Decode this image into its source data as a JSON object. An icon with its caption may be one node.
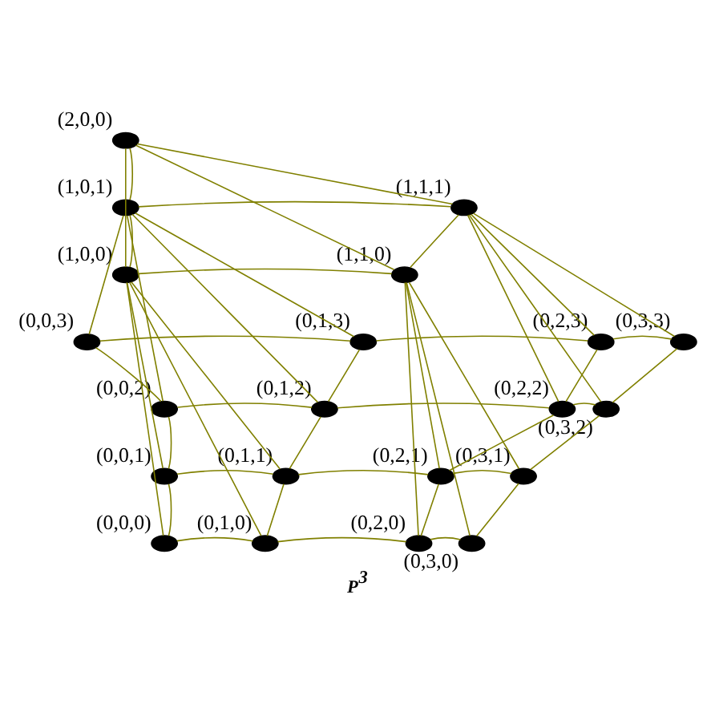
{
  "diagram": {
    "caption": "P$^{3}$",
    "nodes": [
      {
        "text": [],
        "shape": "ellipse",
        "beside": [
          "(2,0,0)"
        ]
      },
      {
        "text": [],
        "shape": "ellipse",
        "beside": [
          "(1,0,1)"
        ]
      },
      {
        "text": [],
        "shape": "ellipse",
        "beside": [
          "(1,1,1)"
        ]
      },
      {
        "text": [],
        "shape": "ellipse",
        "beside": [
          "(1,0,0)"
        ]
      },
      {
        "text": [],
        "shape": "ellipse",
        "beside": [
          "(1,1,0)"
        ]
      },
      {
        "text": [],
        "shape": "ellipse",
        "beside": [
          "(0,0,3)"
        ]
      },
      {
        "text": [],
        "shape": "ellipse",
        "beside": [
          "(0,1,3)"
        ]
      },
      {
        "text": [],
        "shape": "ellipse",
        "beside": [
          "(0,2,3)"
        ]
      },
      {
        "text": [],
        "shape": "ellipse",
        "beside": [
          "(0,3,3)"
        ]
      },
      {
        "text": [],
        "shape": "ellipse",
        "beside": [
          "(0,0,2)"
        ]
      },
      {
        "text": [],
        "shape": "ellipse",
        "beside": [
          "(0,1,2)"
        ]
      },
      {
        "text": [],
        "shape": "ellipse",
        "beside": [
          "(0,2,2)"
        ]
      },
      {
        "text": [],
        "shape": "ellipse",
        "beside": [
          "(0,3,2)"
        ]
      },
      {
        "text": [],
        "shape": "ellipse",
        "beside": [
          "(0,0,1)"
        ]
      },
      {
        "text": [],
        "shape": "ellipse",
        "beside": [
          "(0,1,1)"
        ]
      },
      {
        "text": [],
        "shape": "ellipse",
        "beside": [
          "(0,2,1)"
        ]
      },
      {
        "text": [],
        "shape": "ellipse",
        "beside": [
          "(0,3,1)"
        ]
      },
      {
        "text": [],
        "shape": "ellipse",
        "beside": [
          "(0,0,0)"
        ]
      },
      {
        "text": [],
        "shape": "ellipse",
        "beside": [
          "(0,1,0)"
        ]
      },
      {
        "text": [],
        "shape": "ellipse",
        "beside": [
          "(0,2,0)"
        ]
      },
      {
        "text": [],
        "shape": "ellipse",
        "beside": [
          "(0,3,0)"
        ]
      }
    ],
    "edges": [
      {
        "from": 0,
        "to": 3,
        "arrow": "none"
      },
      {
        "from": 0,
        "to": 1,
        "arrow": "none"
      },
      {
        "from": 0,
        "to": 4,
        "arrow": "none"
      },
      {
        "from": 0,
        "to": 2,
        "arrow": "none"
      },
      {
        "from": 1,
        "to": 2,
        "arrow": "none"
      },
      {
        "from": 1,
        "to": 3,
        "arrow": "none"
      },
      {
        "from": 3,
        "to": 4,
        "arrow": "none"
      },
      {
        "from": 4,
        "to": 2,
        "arrow": "none"
      },
      {
        "from": 3,
        "to": 17,
        "arrow": "none"
      },
      {
        "from": 3,
        "to": 13,
        "arrow": "none"
      },
      {
        "from": 3,
        "to": 18,
        "arrow": "none"
      },
      {
        "from": 3,
        "to": 14,
        "arrow": "none"
      },
      {
        "from": 1,
        "to": 9,
        "arrow": "none"
      },
      {
        "from": 1,
        "to": 5,
        "arrow": "none"
      },
      {
        "from": 1,
        "to": 10,
        "arrow": "none"
      },
      {
        "from": 1,
        "to": 6,
        "arrow": "none"
      },
      {
        "from": 4,
        "to": 19,
        "arrow": "none"
      },
      {
        "from": 4,
        "to": 15,
        "arrow": "none"
      },
      {
        "from": 4,
        "to": 20,
        "arrow": "none"
      },
      {
        "from": 4,
        "to": 16,
        "arrow": "none"
      },
      {
        "from": 2,
        "to": 11,
        "arrow": "none"
      },
      {
        "from": 2,
        "to": 7,
        "arrow": "none"
      },
      {
        "from": 2,
        "to": 12,
        "arrow": "none"
      },
      {
        "from": 2,
        "to": 8,
        "arrow": "none"
      },
      {
        "from": 5,
        "to": 6,
        "arrow": "none"
      },
      {
        "from": 6,
        "to": 7,
        "arrow": "none"
      },
      {
        "from": 7,
        "to": 8,
        "arrow": "none"
      },
      {
        "from": 9,
        "to": 10,
        "arrow": "none"
      },
      {
        "from": 10,
        "to": 11,
        "arrow": "none"
      },
      {
        "from": 11,
        "to": 12,
        "arrow": "none"
      },
      {
        "from": 13,
        "to": 14,
        "arrow": "none"
      },
      {
        "from": 14,
        "to": 15,
        "arrow": "none"
      },
      {
        "from": 15,
        "to": 16,
        "arrow": "none"
      },
      {
        "from": 17,
        "to": 18,
        "arrow": "none"
      },
      {
        "from": 18,
        "to": 19,
        "arrow": "none"
      },
      {
        "from": 19,
        "to": 20,
        "arrow": "none"
      },
      {
        "from": 17,
        "to": 13,
        "arrow": "none"
      },
      {
        "from": 13,
        "to": 9,
        "arrow": "none"
      },
      {
        "from": 9,
        "to": 5,
        "arrow": "none"
      },
      {
        "from": 18,
        "to": 14,
        "arrow": "none"
      },
      {
        "from": 14,
        "to": 10,
        "arrow": "none"
      },
      {
        "from": 10,
        "to": 6,
        "arrow": "none"
      },
      {
        "from": 19,
        "to": 15,
        "arrow": "none"
      },
      {
        "from": 15,
        "to": 11,
        "arrow": "none"
      },
      {
        "from": 11,
        "to": 7,
        "arrow": "none"
      },
      {
        "from": 20,
        "to": 16,
        "arrow": "none"
      },
      {
        "from": 16,
        "to": 12,
        "arrow": "none"
      },
      {
        "from": 12,
        "to": 8,
        "arrow": "none"
      }
    ]
  }
}
